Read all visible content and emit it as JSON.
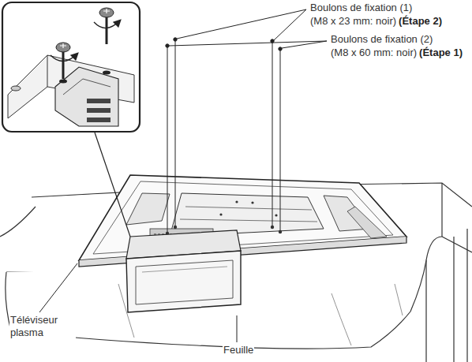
{
  "diagram": {
    "labels": [
      "Boulons de fixation (1)",
      "(M8 x 23 mm: noir)",
      "(Étape 2)",
      "Boulons de fixation (2)",
      "(M8 x 60 mm: noir)",
      "(Étape 1)",
      "Téléviseur plasma",
      "Feuille"
    ]
  }
}
